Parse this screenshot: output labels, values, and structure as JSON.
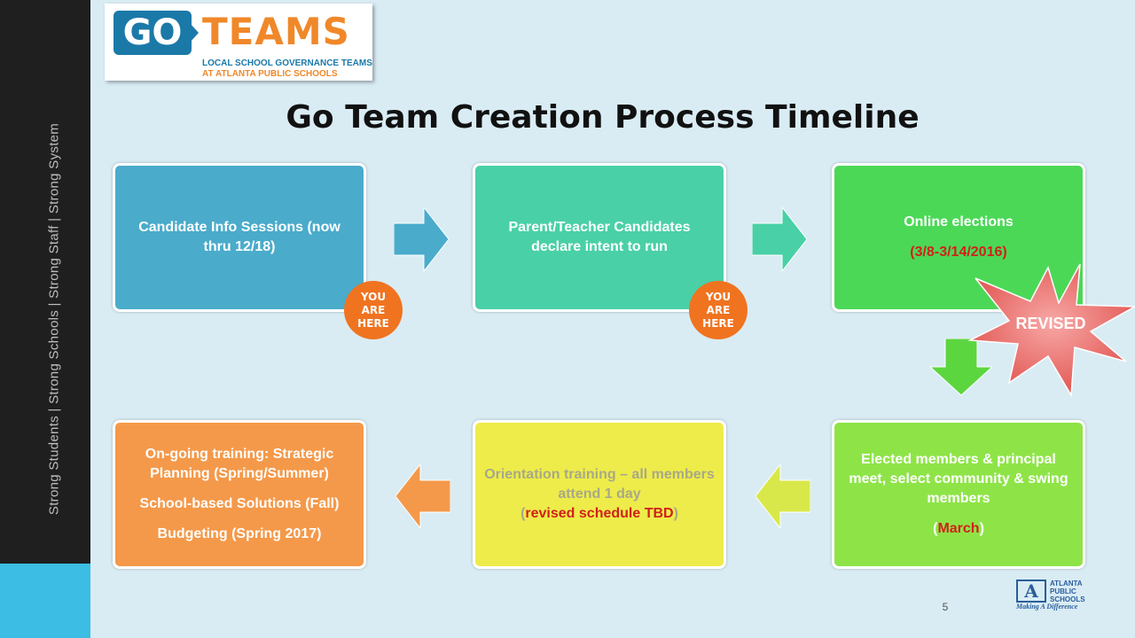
{
  "sidebar": {
    "tagline": "Strong Students  |  Strong Schools  |  Strong Staff  |  Strong System",
    "colors": {
      "background": "#1f1f1f",
      "accent": "#3bbde4"
    }
  },
  "logo": {
    "go": "GO",
    "teams": "TEAMS",
    "line1": "LOCAL SCHOOL GOVERNANCE TEAMS",
    "line2": "AT ATLANTA PUBLIC SCHOOLS"
  },
  "title": "Go Team Creation Process Timeline",
  "steps": [
    {
      "line1": "Candidate Info Sessions (now thru 12/18)",
      "color": "#4aabcb"
    },
    {
      "line1": "Parent/Teacher Candidates declare intent to run",
      "color": "#4ad0a6"
    },
    {
      "line1": "Online elections",
      "line2": "(3/8-3/14/2016)",
      "color": "#4cd857"
    },
    {
      "line1": "Elected members & principal meet, select community & swing members",
      "line2_open": "(",
      "line2_red": "March",
      "line2_close": ")",
      "color": "#8ee447"
    },
    {
      "line1": "Orientation training – all members attend 1 day",
      "line2_open": "(",
      "line2_red": "revised schedule TBD",
      "line2_close": ")",
      "color": "#eeec4a"
    },
    {
      "line1": "On-going training:   Strategic Planning (Spring/Summer)",
      "line2": "School-based Solutions (Fall)",
      "line3": "Budgeting (Spring 2017)",
      "color": "#f4994a"
    }
  ],
  "badges": {
    "line1": "YOU",
    "line2": "ARE",
    "line3": "HERE",
    "color": "#f07320"
  },
  "revised_label": "REVISED",
  "footer": {
    "aps_mark": "A",
    "aps_line1": "ATLANTA",
    "aps_line2": "PUBLIC",
    "aps_line3": "SCHOOLS",
    "aps_motto": "Making A Difference",
    "page_number": "5"
  }
}
